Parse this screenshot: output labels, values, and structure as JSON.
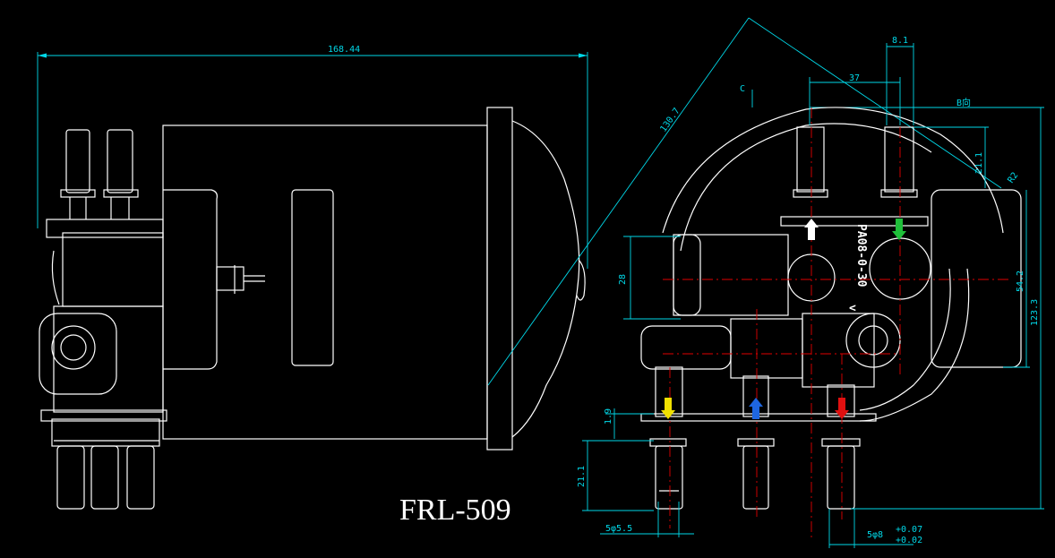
{
  "title": "FRL-509",
  "part_code": "PA08-0-30",
  "views": {
    "side": {
      "overall_length": "168.44"
    },
    "front": {
      "diagonal": "130.7",
      "outlet_spacing": "37",
      "outlet_dia": "8.1",
      "section_b": "B向",
      "section_c": "C",
      "height_top": "21.1",
      "radius": "R2",
      "inner_height": "54.2",
      "total_height": "123.3",
      "body_dia": "28",
      "step": "1.9",
      "outlet_length": "21.1",
      "left_tube": "5φ5.5",
      "right_tube": "5φ8",
      "tol_upper": "+0.07",
      "tol_lower": "+0.02"
    }
  },
  "flow_arrows": [
    {
      "name": "white",
      "color": "#ffffff",
      "direction": "up"
    },
    {
      "name": "green",
      "color": "#1fbf3a",
      "direction": "down"
    },
    {
      "name": "yellow",
      "color": "#f0e000",
      "direction": "down"
    },
    {
      "name": "blue",
      "color": "#1e66e0",
      "direction": "up"
    },
    {
      "name": "red",
      "color": "#e01010",
      "direction": "down"
    }
  ]
}
